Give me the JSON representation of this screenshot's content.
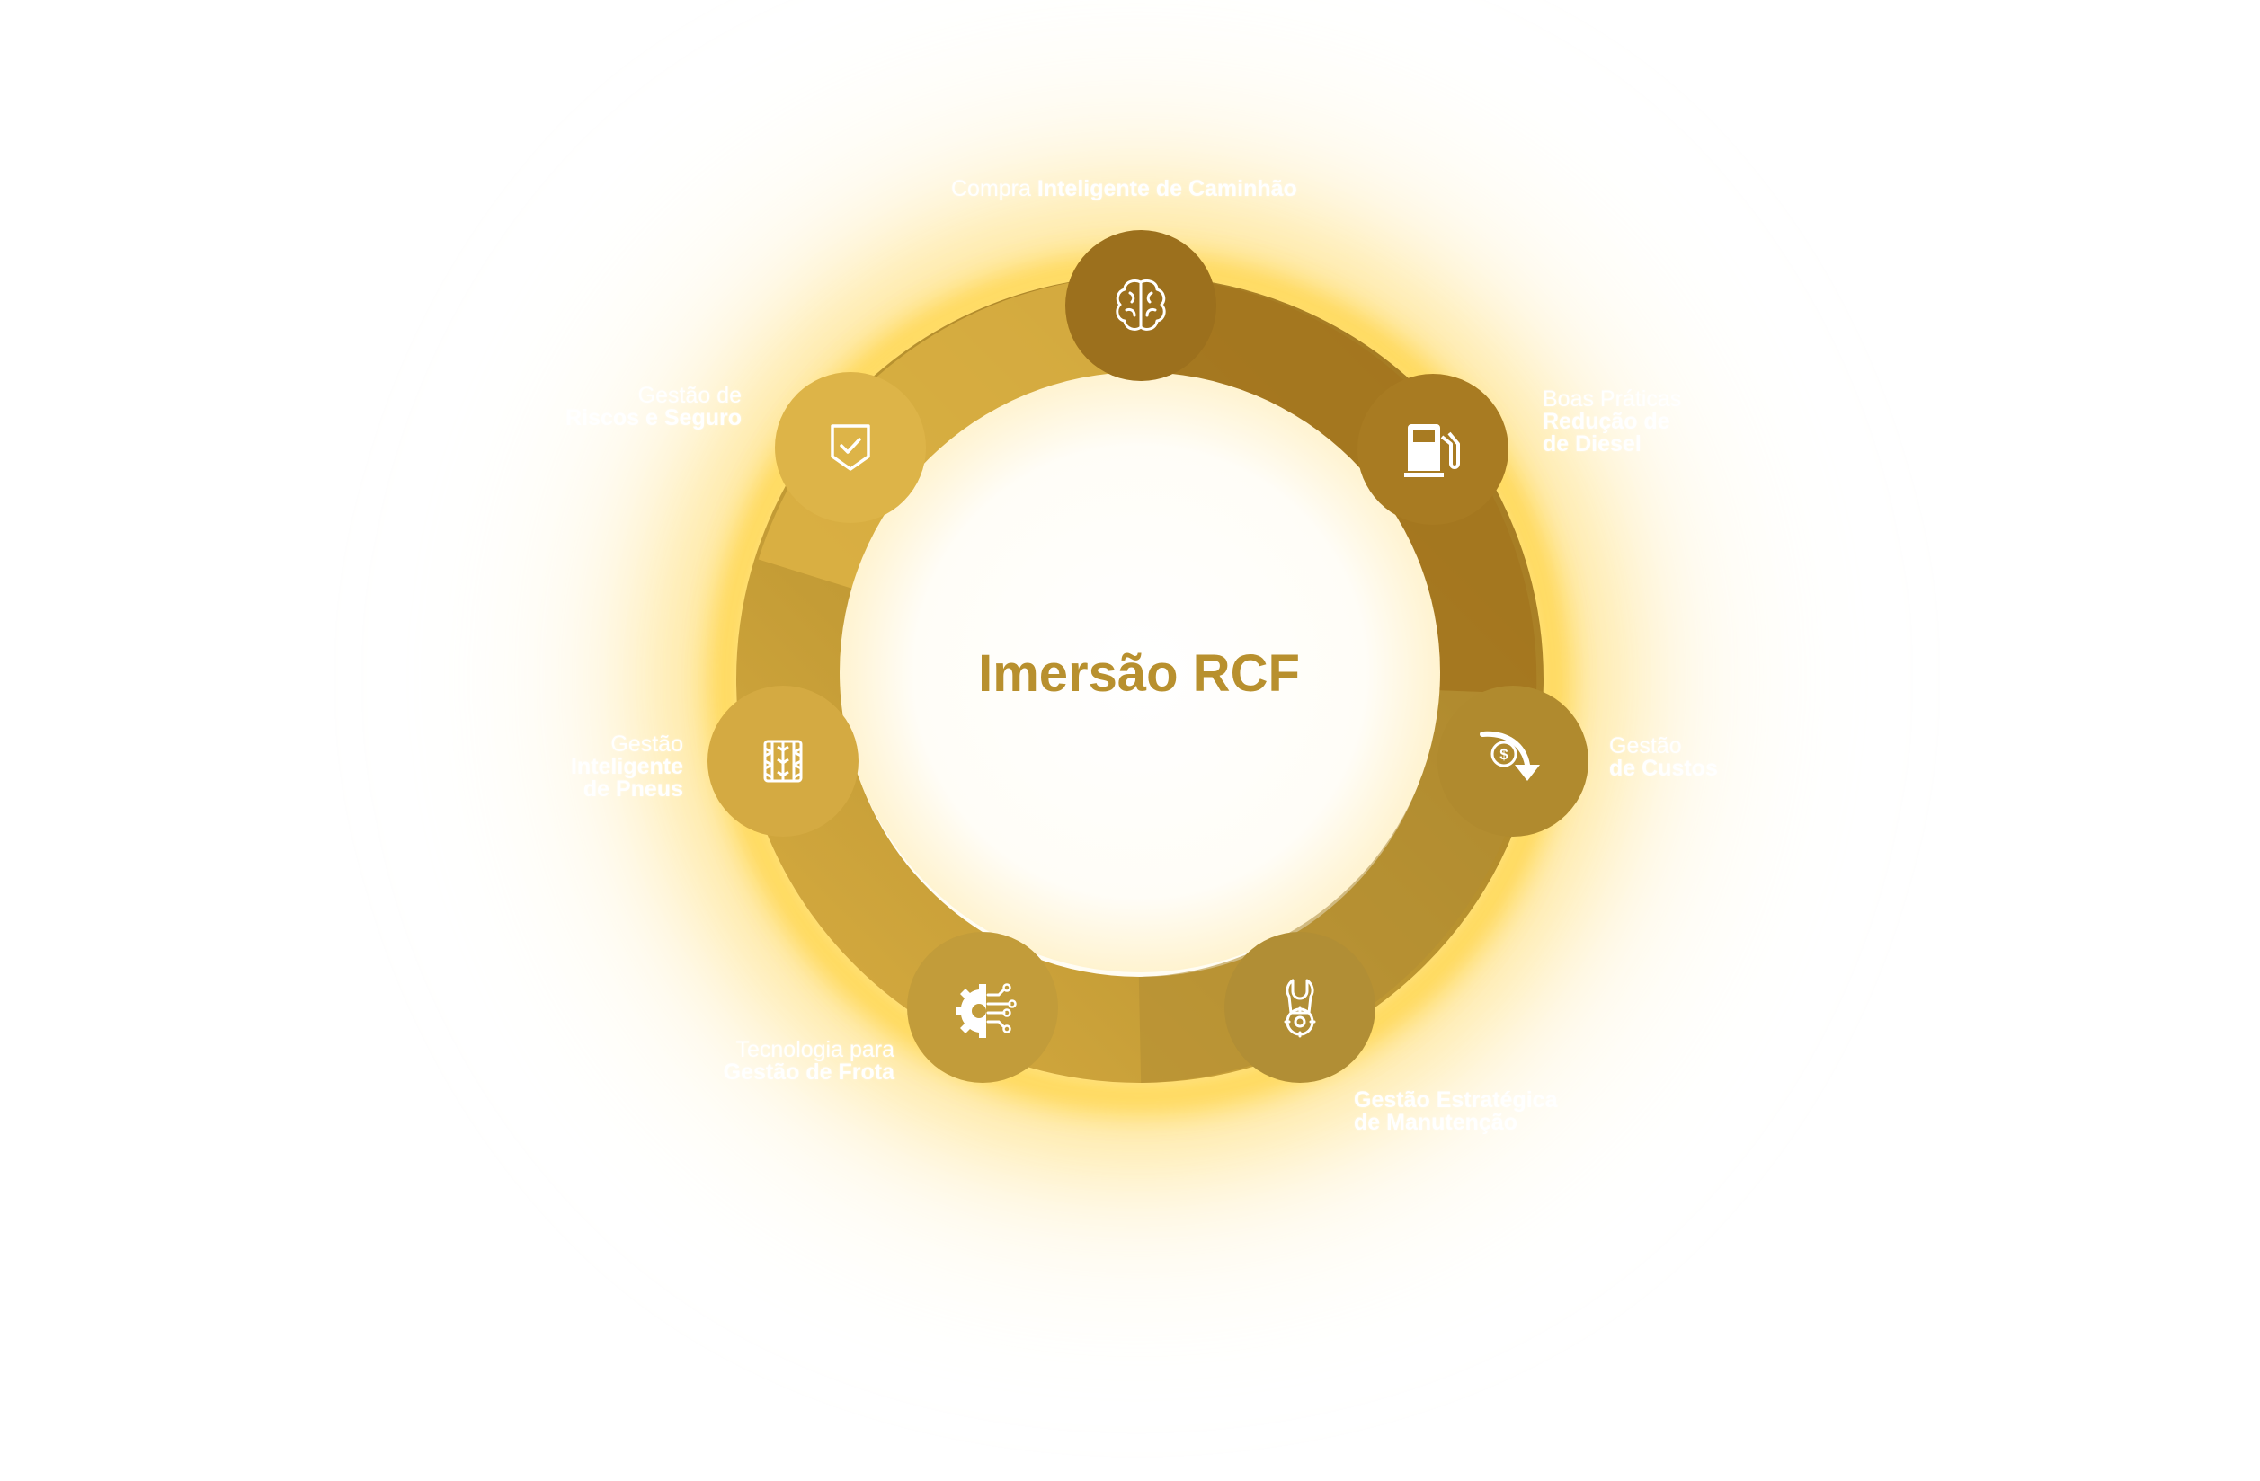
{
  "diagram": {
    "center_title": "Imersão RCF",
    "nodes": [
      {
        "id": "brain",
        "icon": "brain-icon",
        "label_line1": "Compra",
        "label_line2": "Inteligente de Caminhão",
        "color": "#9c701d"
      },
      {
        "id": "fuel",
        "icon": "fuel-pump-icon",
        "label_line1": "Boas Práticas",
        "label_line2": "Redução de",
        "label_line3": "de Diesel",
        "color": "#a87b22"
      },
      {
        "id": "costs",
        "icon": "cost-reduction-icon",
        "label_line1": "Gestão",
        "label_line2": "de Custos",
        "color": "#b08a2e"
      },
      {
        "id": "maintenance",
        "icon": "wrench-gear-icon",
        "label_line1": "Gestão Estratégica",
        "label_line2": "de Manutenção",
        "color": "#b18e35"
      },
      {
        "id": "technology",
        "icon": "gear-circuit-icon",
        "label_line1": "Tecnologia para",
        "label_line2": "Gestão de Frota",
        "color": "#c29c3a"
      },
      {
        "id": "tires",
        "icon": "tire-tread-icon",
        "label_line1": "Gestão",
        "label_line2": "Inteligente",
        "label_line3": "de Pneus",
        "color": "#d4aa42"
      },
      {
        "id": "insurance",
        "icon": "shield-check-icon",
        "label_line1": "Gestão de",
        "label_line2": "Riscos e Seguro",
        "color": "#ddb448"
      }
    ]
  },
  "colors": {
    "ring_light": "#e0b545",
    "ring_dark": "#9e721f",
    "title": "#b8902e",
    "glow": "#ffcc1a",
    "label": "#ffffff"
  }
}
